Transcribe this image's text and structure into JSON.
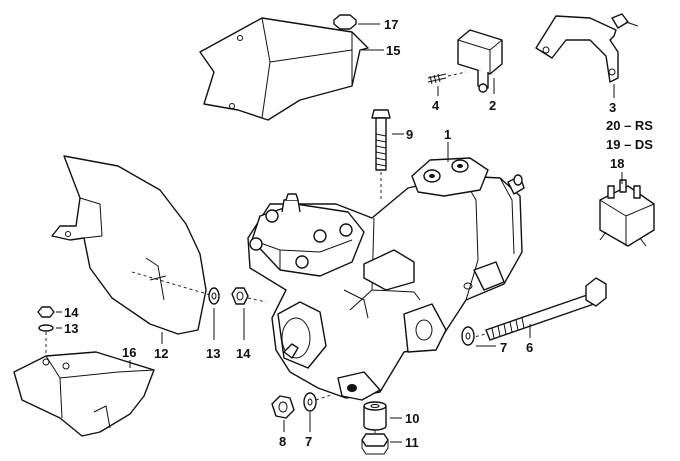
{
  "labels": {
    "p1": "1",
    "p2": "2",
    "p3": "3",
    "p4": "4",
    "p6": "6",
    "p7a": "7",
    "p7b": "7",
    "p8": "8",
    "p9": "9",
    "p10": "10",
    "p11": "11",
    "p12": "12",
    "p13a": "13",
    "p13b": "13",
    "p14a": "14",
    "p14b": "14",
    "p15": "15",
    "p16": "16",
    "p17": "17",
    "p18": "18",
    "p20": "20 – RS",
    "p19": "19 – DS"
  }
}
